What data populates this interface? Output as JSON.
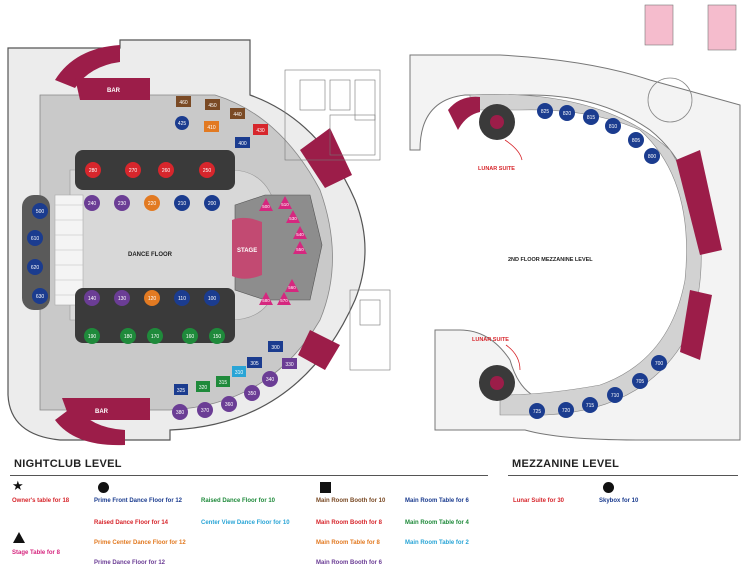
{
  "colors": {
    "blue": "#1b3c8f",
    "red": "#d7262c",
    "orange": "#e27a22",
    "purple": "#6b3d95",
    "magenta": "#d6277f",
    "green": "#1f8a3b",
    "cyan": "#2aa5d6",
    "brown": "#7a4a25",
    "maroon": "#9c1d49"
  },
  "labels": {
    "dance_floor": "DANCE FLOOR",
    "stage": "STAGE",
    "bar_top": "BAR",
    "bar_bottom": "BAR",
    "mezzanine": "2ND FLOOR MEZZANINE LEVEL",
    "lunar_suite_top": "LUNAR SUITE",
    "lunar_suite_bottom": "LUNAR SUITE"
  },
  "tables": {
    "blue_front": [
      "500",
      "610",
      "620",
      "630"
    ],
    "upper_row1": [
      "280",
      "270",
      "260",
      "250"
    ],
    "upper_row2": [
      "240",
      "230",
      "220",
      "210",
      "200"
    ],
    "lower_row1": [
      "140",
      "130",
      "120",
      "110",
      "100"
    ],
    "lower_row2": [
      "190",
      "180",
      "170",
      "160",
      "150"
    ],
    "stage_tables": [
      "500",
      "510",
      "530",
      "540",
      "550",
      "560",
      "570",
      "580"
    ],
    "main_room_top": [
      "460",
      "450",
      "440",
      "425",
      "410",
      "430",
      "400"
    ],
    "main_room_bottom": [
      "300",
      "305",
      "330",
      "310",
      "315",
      "320",
      "325",
      "340",
      "350",
      "360",
      "370",
      "380"
    ],
    "mezz_top": [
      "825",
      "820",
      "815",
      "810",
      "805",
      "800"
    ],
    "mezz_bottom": [
      "700",
      "705",
      "710",
      "715",
      "720",
      "725"
    ]
  },
  "legend": {
    "nightclub_title": "NIGHTCLUB LEVEL",
    "mezzanine_title": "MEZZANINE LEVEL",
    "owners_table": "Owner's table for 18",
    "stage_table": "Stage Table for 8",
    "col1": [
      "Prime Front Dance Floor for 12",
      "Raised Dance Floor for 14",
      "Prime Center Dance Floor for 12",
      "Prime Dance Floor for 12"
    ],
    "col2": [
      "Raised Dance Floor for 10",
      "Center View Dance Floor for 10"
    ],
    "col3": [
      "Main Room Booth for 10",
      "Main Room Booth for 8",
      "Main Room Table for 8",
      "Main Room Booth for 6"
    ],
    "col4": [
      "Main Room Table for 6",
      "Main Room Table for 4",
      "Main Room Table for 2"
    ],
    "lunar_suite": "Lunar Suite for 30",
    "skybox": "Skybox for 10"
  }
}
